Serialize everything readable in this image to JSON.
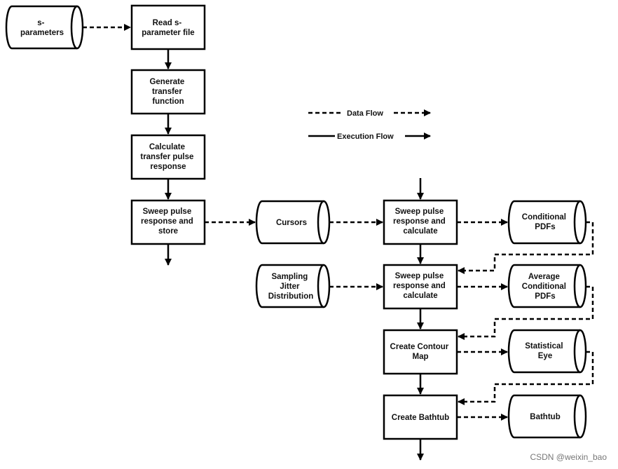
{
  "nodes": {
    "s_parameters": [
      "s-",
      "parameters"
    ],
    "read_file": [
      "Read s-",
      "parameter file"
    ],
    "generate": [
      "Generate",
      "transfer",
      "function"
    ],
    "calculate": [
      "Calculate",
      "transfer pulse",
      "response"
    ],
    "sweep_store": [
      "Sweep pulse",
      "response and",
      "store"
    ],
    "cursors": [
      "Cursors"
    ],
    "sweep_calc_1": [
      "Sweep pulse",
      "response and",
      "calculate"
    ],
    "conditional_pdfs": [
      "Conditional",
      "PDFs"
    ],
    "sampling_jitter": [
      "Sampling",
      "Jitter",
      "Distribution"
    ],
    "sweep_calc_2": [
      "Sweep pulse",
      "response and",
      "calculate"
    ],
    "avg_conditional_pdfs": [
      "Average",
      "Conditional",
      "PDFs"
    ],
    "contour_map": [
      "Create Contour",
      "Map"
    ],
    "statistical_eye": [
      "Statistical",
      "Eye"
    ],
    "create_bathtub": [
      "Create Bathtub"
    ],
    "bathtub": [
      "Bathtub"
    ]
  },
  "legend": {
    "data_flow": "Data Flow",
    "execution_flow": "Execution Flow"
  },
  "watermark": "CSDN @weixin_bao"
}
